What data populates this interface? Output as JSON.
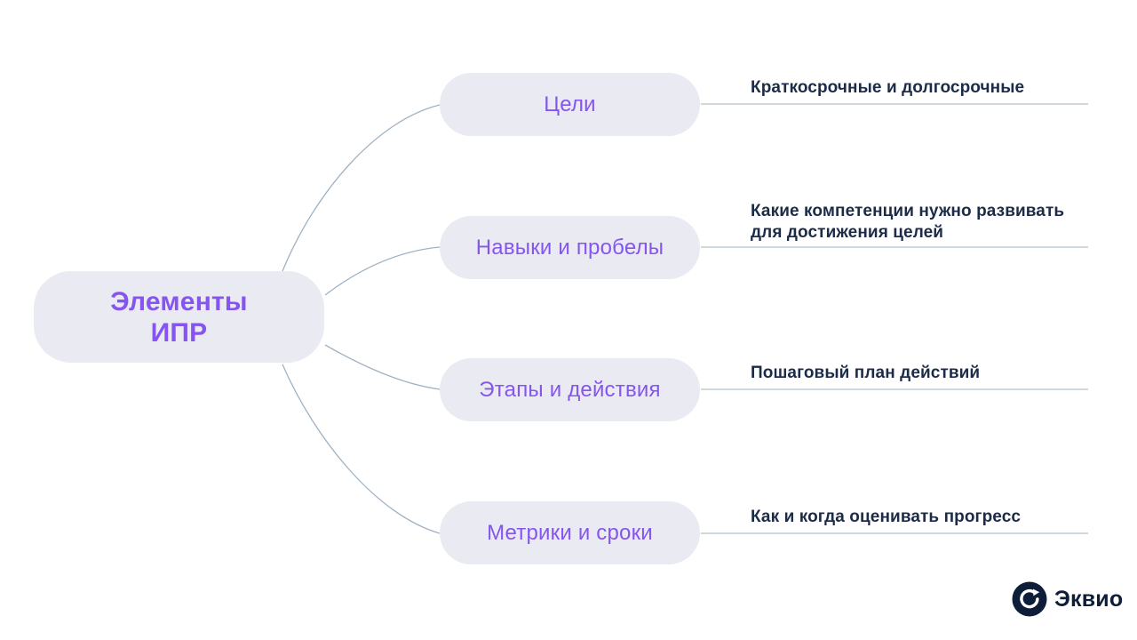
{
  "central": {
    "line1": "Элементы",
    "line2": "ИПР"
  },
  "branches": [
    {
      "label": "Цели",
      "description": [
        "Краткосрочные и долгосрочные"
      ]
    },
    {
      "label": "Навыки и пробелы",
      "description": [
        "Какие компетенции нужно развивать",
        "для достижения целей"
      ]
    },
    {
      "label": "Этапы и действия",
      "description": [
        "Пошаговый план действий"
      ]
    },
    {
      "label": "Метрики и сроки",
      "description": [
        "Как и когда оценивать прогресс"
      ]
    }
  ],
  "logo": {
    "text": "Эквио"
  },
  "colors": {
    "accent": "#8655f0",
    "ink": "#1c2b47",
    "logo_ink": "#0e1d38",
    "node_bg": "#e9eaf2",
    "curve_line": "#9fb2c3",
    "rule_line": "#cfd8df"
  }
}
